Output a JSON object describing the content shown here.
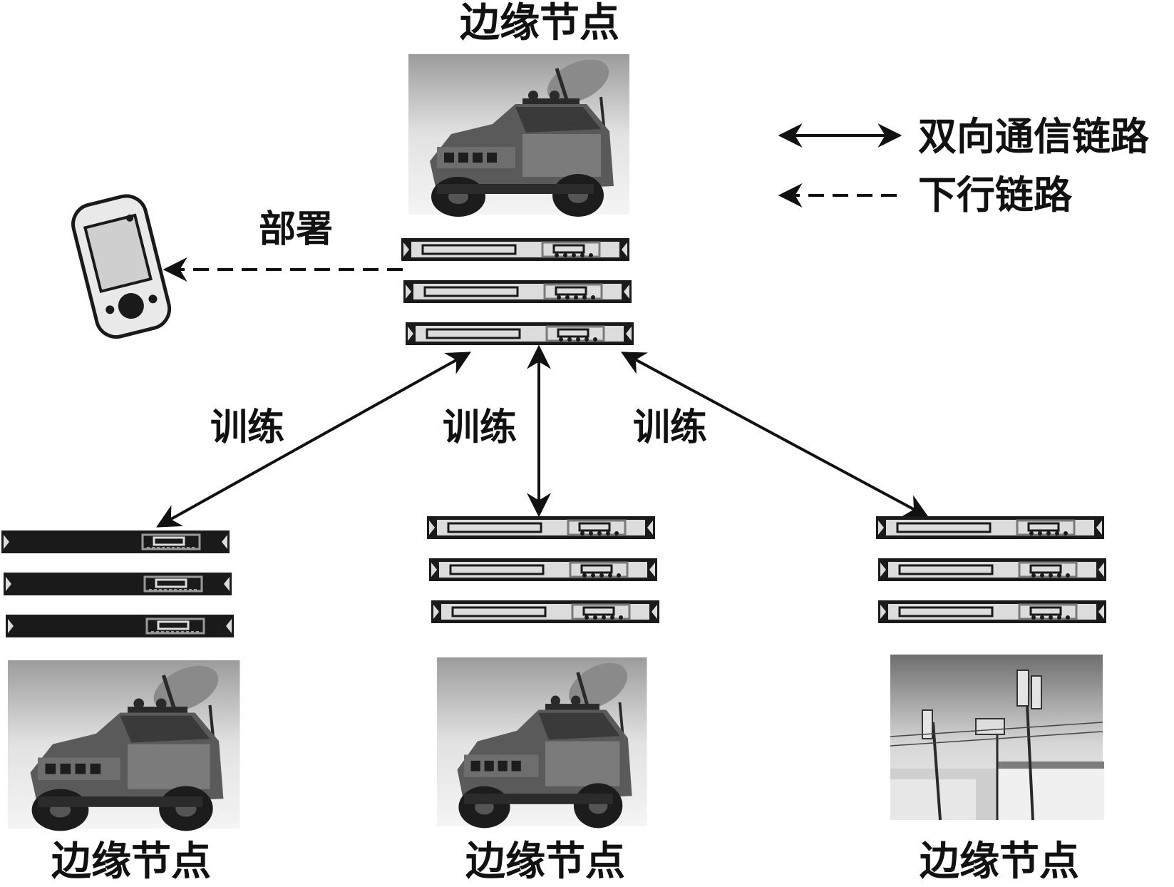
{
  "colors": {
    "ink": "#111111",
    "server_frame": "#1a1a1a",
    "server_face": "#d9d9d9",
    "photo_bg": "#bdbdbd"
  },
  "top_node": {
    "title": "边缘节点",
    "photo": "military-vehicle-with-satellite-dish"
  },
  "bottom_nodes": [
    {
      "title": "边缘节点",
      "photo": "military-vehicle-with-satellite-dish"
    },
    {
      "title": "边缘节点",
      "photo": "military-vehicle-with-satellite-dish"
    },
    {
      "title": "边缘节点",
      "photo": "communication-tower-antennas"
    }
  ],
  "edges": {
    "deploy_label": "部署",
    "train_labels": [
      "训练",
      "训练",
      "训练"
    ]
  },
  "device": {
    "icon": "handheld-terminal-icon"
  },
  "legend": {
    "bidirectional": "双向通信链路",
    "downlink": "下行链路"
  }
}
